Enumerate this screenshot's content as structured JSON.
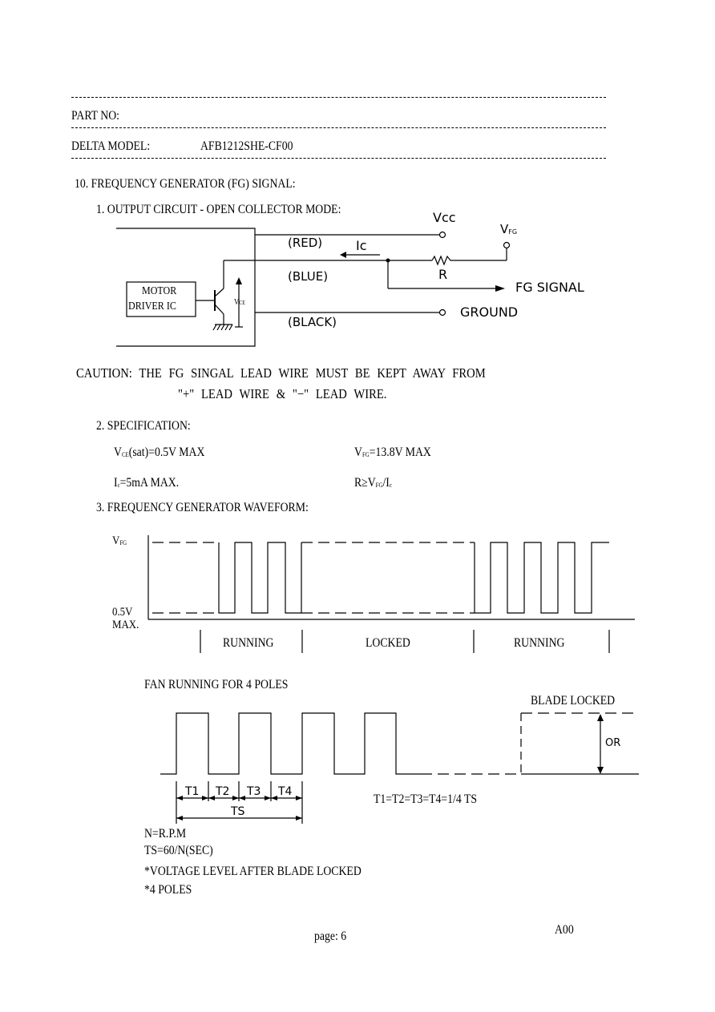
{
  "header": {
    "part_no_label": "PART NO:",
    "model_label": "DELTA MODEL:",
    "model_value": "AFB1212SHE-CF00"
  },
  "section": {
    "title": "10. FREQUENCY GENERATOR (FG) SIGNAL:",
    "output_circuit": "1. OUTPUT CIRCUIT - OPEN COLLECTOR MODE:",
    "specification": "2. SPECIFICATION:",
    "waveform_title": "3. FREQUENCY GENERATOR WAVEFORM:"
  },
  "circuit": {
    "vcc": "Vcc",
    "vfg_main": "V",
    "vfg_sub": "FG",
    "red": "(RED)",
    "blue": "(BLUE)",
    "black": "(BLACK)",
    "ic": "Ic",
    "r": "R",
    "fg_signal": "FG SIGNAL",
    "ground": "GROUND",
    "motor": "MOTOR",
    "driver": "DRIVER IC",
    "vce_main": "V",
    "vce_sub": "CE"
  },
  "caution": {
    "line1": "CAUTION: THE FG SINGAL LEAD WIRE MUST BE KEPT AWAY FROM",
    "line2": "\"+\" LEAD WIRE & \"−\" LEAD WIRE."
  },
  "spec": {
    "vce_sat_sym": "V",
    "vce_sat_sub": "CE",
    "vce_sat_value": "(sat)=0.5V MAX",
    "vfg_sym": "V",
    "vfg_sub": "FG",
    "vfg_value": "=13.8V MAX",
    "ic_sym": "I",
    "ic_sub": "c",
    "ic_value": "=5mA MAX.",
    "r_value": "R≥V",
    "r_sub1": "FG",
    "r_mid": "/I",
    "r_sub2": "c"
  },
  "waveform": {
    "vfg_main": "V",
    "vfg_sub": "FG",
    "low_line1": "0.5V",
    "low_line2": "MAX.",
    "state_running_1": "RUNNING",
    "state_locked": "LOCKED",
    "state_running_2": "RUNNING"
  },
  "poles": {
    "title": "FAN RUNNING FOR 4 POLES",
    "blade_locked": "BLADE LOCKED",
    "or_label": "OR",
    "t1": "T1",
    "t2": "T2",
    "t3": "T3",
    "t4": "T4",
    "ts": "TS",
    "equation": "T1=T2=T3=T4=1/4 TS"
  },
  "notes": {
    "n": "N=R.P.M",
    "ts": "TS=60/N(SEC)",
    "voltage_level": "*VOLTAGE LEVEL AFTER BLADE LOCKED",
    "poles": "*4 POLES"
  },
  "footer": {
    "page": "page: 6",
    "rev": "A00"
  }
}
